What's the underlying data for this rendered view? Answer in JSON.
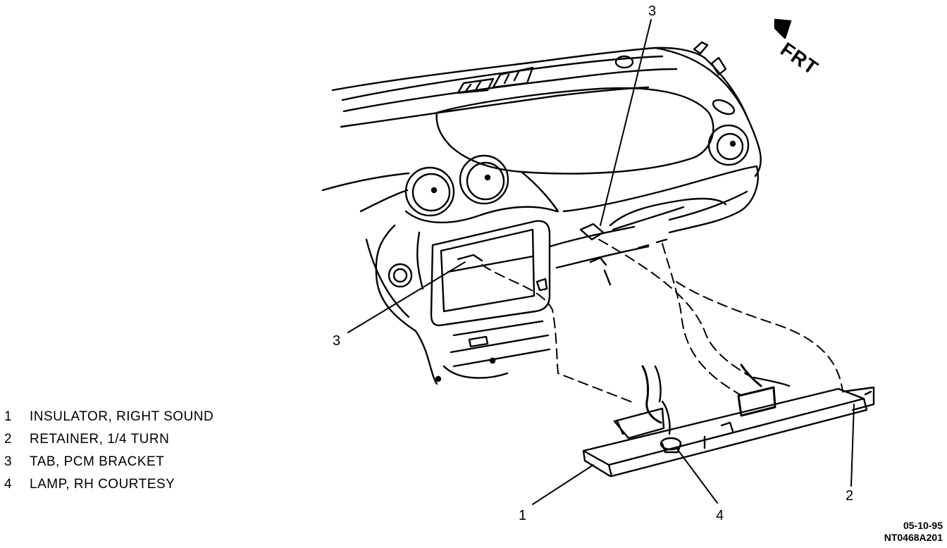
{
  "legend": [
    {
      "num": "1",
      "text": "INSULATOR, RIGHT SOUND"
    },
    {
      "num": "2",
      "text": "RETAINER, 1/4 TURN"
    },
    {
      "num": "3",
      "text": "TAB, PCM BRACKET"
    },
    {
      "num": "4",
      "text": "LAMP, RH COURTESY"
    }
  ],
  "callouts": {
    "c3_top": "3",
    "c3_left": "3",
    "c1": "1",
    "c4": "4",
    "c2": "2"
  },
  "front_indicator": "FRT",
  "footer": {
    "date": "05-10-95",
    "code": "NT0468A201"
  }
}
